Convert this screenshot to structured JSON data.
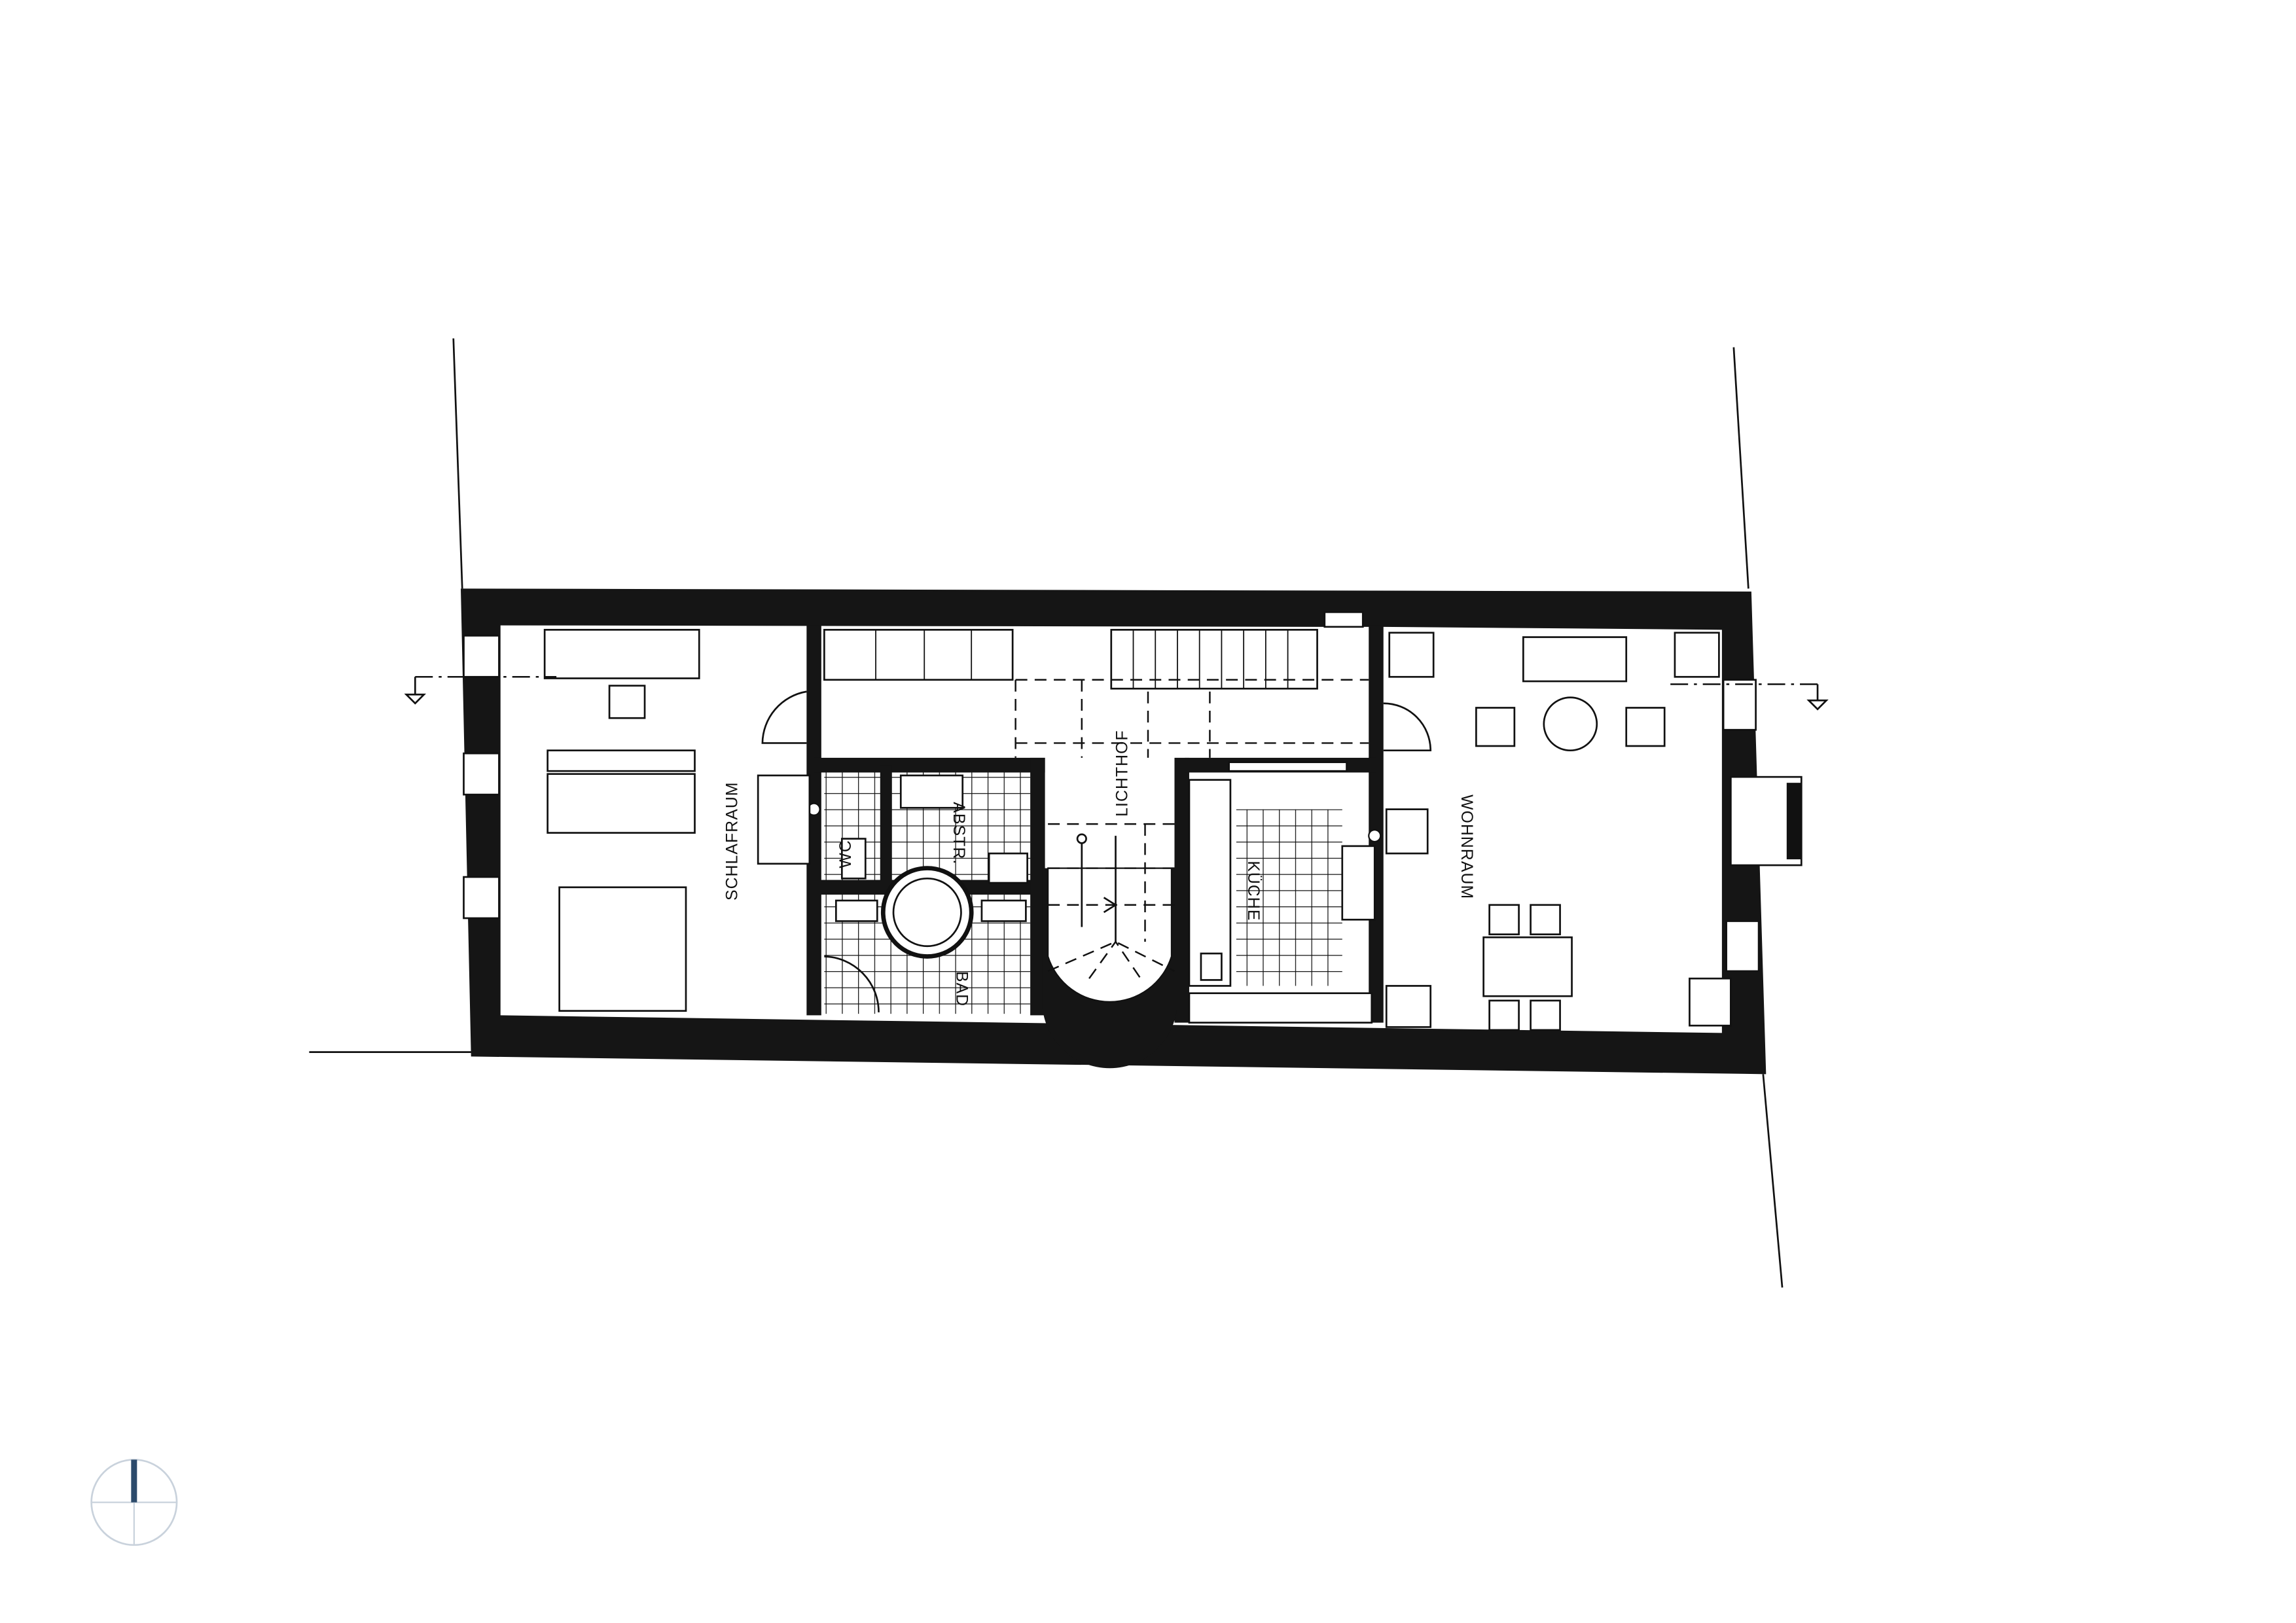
{
  "title": "Grundriss",
  "rooms": {
    "schlafraum": "SCHLAFRAUM",
    "wc": "WC",
    "abstellraum": "ABSTR.",
    "bad": "BAD",
    "lichthof": "LICHTHOF",
    "kueche": "KÜCHE",
    "wohnraum": "WOHNRAUM"
  },
  "colors": {
    "wall": "#151515",
    "north_arrow": "#2c4a6b",
    "north_circle": "#c9d2dc"
  },
  "icons": [
    "north-arrow-icon",
    "section-marker-icon",
    "stair-arrow-icon"
  ]
}
